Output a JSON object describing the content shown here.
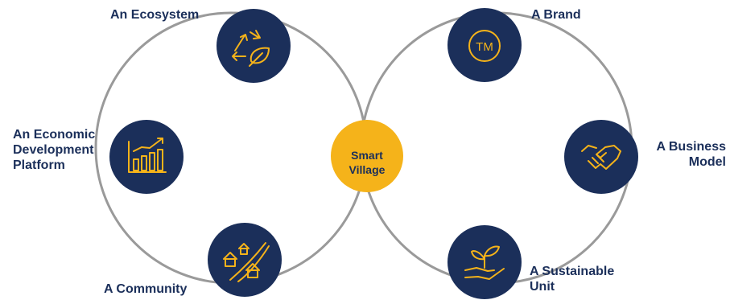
{
  "center": {
    "label": "Smart\nVillage"
  },
  "nodes": {
    "ecosystem": {
      "label": "An Ecosystem",
      "icon": "recycle-leaf-icon"
    },
    "economic": {
      "label": "An Economic\nDevelopment\nPlatform",
      "icon": "growth-chart-icon"
    },
    "community": {
      "label": "A Community",
      "icon": "houses-road-icon"
    },
    "brand": {
      "label": "A Brand",
      "icon": "trademark-icon"
    },
    "business": {
      "label": "A Business\nModel",
      "icon": "handshake-icon"
    },
    "sustainable": {
      "label": "A Sustainable\nUnit",
      "icon": "plant-hand-icon"
    }
  },
  "colors": {
    "navy": "#1b2f5a",
    "gold": "#f5b31a",
    "ring": "#9a9a9a"
  }
}
